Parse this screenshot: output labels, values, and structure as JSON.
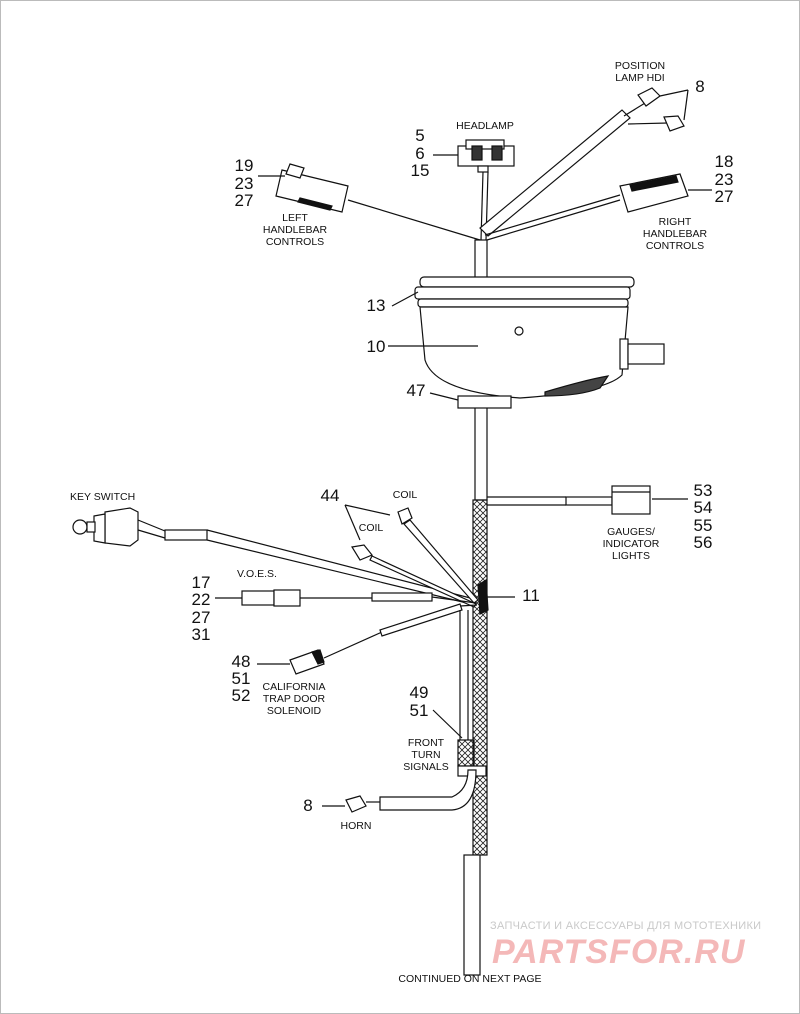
{
  "labels": {
    "position_lamp": "POSITION\nLAMP HDI",
    "headlamp": "HEADLAMP",
    "left_controls": "LEFT\nHANDLEBAR\nCONTROLS",
    "right_controls": "RIGHT\nHANDLEBAR\nCONTROLS",
    "key_switch": "KEY SWITCH",
    "coil_top": "COIL",
    "coil_bottom": "COIL",
    "voes": "V.O.E.S.",
    "gauges": "GAUGES/\nINDICATOR\nLIGHTS",
    "california": "CALIFORNIA\nTRAP DOOR\nSOLENOID",
    "front_turn": "FRONT\nTURN\nSIGNALS",
    "horn": "HORN",
    "continued": "CONTINUED ON NEXT PAGE"
  },
  "callouts": {
    "position_lamp": "8",
    "headlamp": [
      "5",
      "6",
      "15"
    ],
    "left_controls": [
      "19",
      "23",
      "27"
    ],
    "right_controls": [
      "18",
      "23",
      "27"
    ],
    "bezel": "13",
    "headlamp_housing": "10",
    "mount": "47",
    "coil": "44",
    "voes": [
      "17",
      "22",
      "27",
      "31"
    ],
    "harness_clip": "11",
    "gauges": [
      "53",
      "54",
      "55",
      "56"
    ],
    "california": [
      "48",
      "51",
      "52"
    ],
    "front_turn": [
      "49",
      "51"
    ],
    "horn": "8"
  },
  "watermark": {
    "line1": "ЗАПЧАСТИ И АКСЕССУАРЫ ДЛЯ МОТОТЕХНИКИ",
    "line2": "PARTSFOR.RU"
  }
}
